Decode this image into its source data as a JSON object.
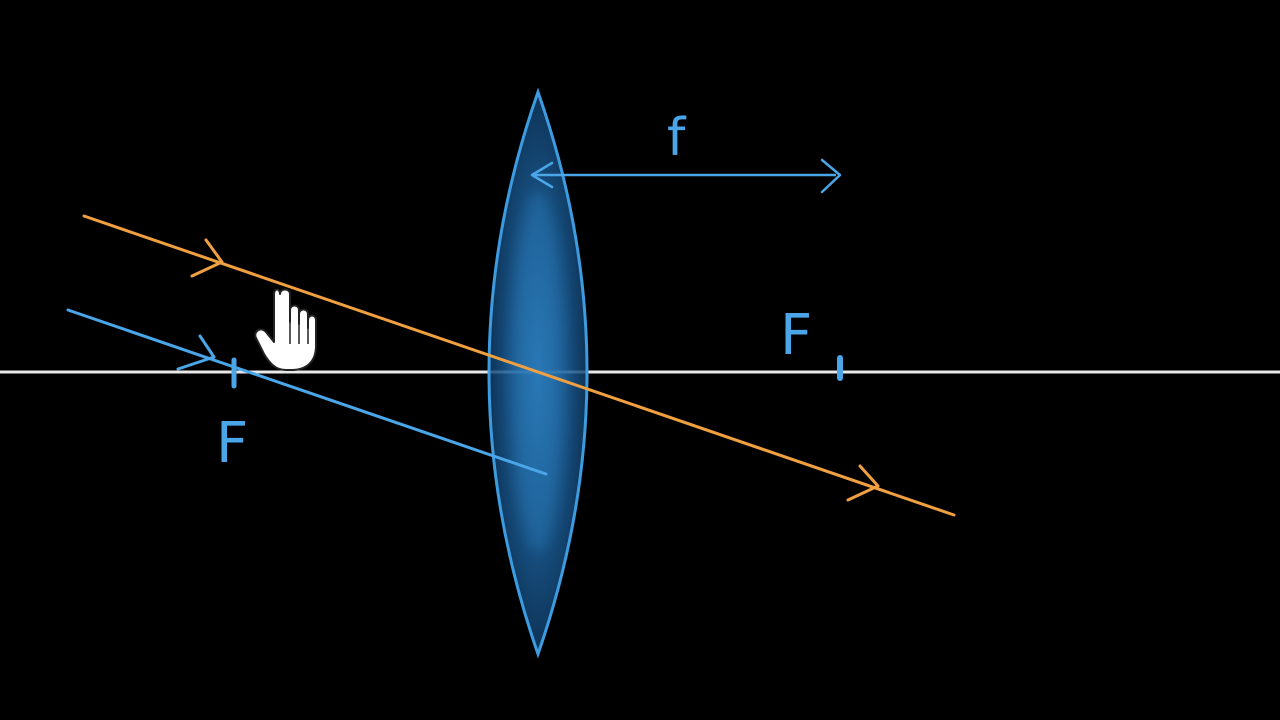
{
  "colors": {
    "background": "#000000",
    "axis": "#e8e8e8",
    "lens_stroke": "#3d9be0",
    "lens_fill": "#1f6aa6",
    "ray_orange": "#f0a040",
    "ray_blue": "#4aa6e8",
    "label_blue": "#4aa6e8"
  },
  "labels": {
    "focal_length": "f",
    "focus_left": "F",
    "focus_right": "F"
  },
  "icons": {
    "cursor": "hand-pointer-icon"
  }
}
